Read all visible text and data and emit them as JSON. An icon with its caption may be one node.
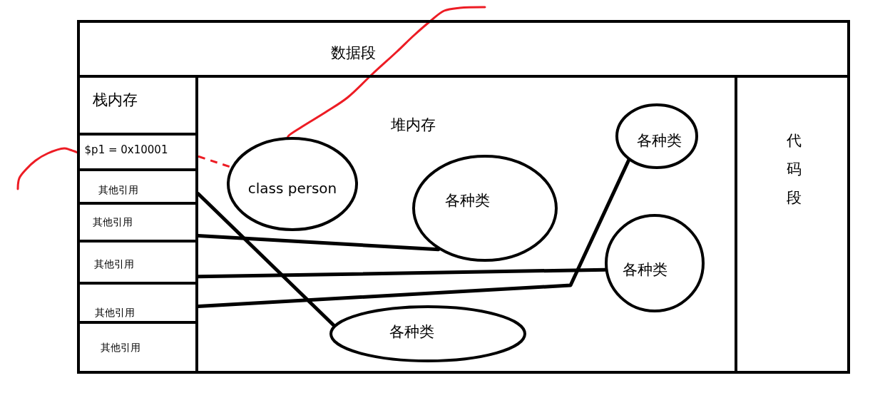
{
  "diagram": {
    "nodes": [
      {
        "text": [
          "数据段"
        ]
      },
      {
        "text": [
          "栈内存"
        ]
      },
      {
        "text": [
          "$p1 = 0x10001"
        ],
        "in": 1
      },
      {
        "text": [
          "其他引用"
        ],
        "in": 1
      },
      {
        "text": [
          "其他引用"
        ],
        "in": 1
      },
      {
        "text": [
          "其他引用"
        ],
        "in": 1
      },
      {
        "text": [
          "其他引用"
        ],
        "in": 1
      },
      {
        "text": [
          "其他引用"
        ],
        "in": 1
      },
      {
        "text": [
          "堆内存"
        ]
      },
      {
        "text": [
          "各种类"
        ],
        "in": 8
      },
      {
        "text": [
          "class person"
        ],
        "in": 8
      },
      {
        "text": [
          "各种类"
        ],
        "in": 8
      },
      {
        "text": [
          "各种类"
        ],
        "in": 8
      },
      {
        "text": [
          "各种类"
        ],
        "in": 8
      },
      {
        "text": [
          "代码段"
        ]
      }
    ],
    "edges": [
      {
        "from": null,
        "to": 10,
        "arrow": "none",
        "color": "#ed1c24"
      },
      {
        "from": null,
        "to": 2,
        "arrow": "none",
        "color": "#ed1c24"
      },
      {
        "from": 2,
        "to": 10,
        "arrow": "none",
        "style": "dashed",
        "color": "#ed1c24"
      },
      {
        "from": 3,
        "to": 13,
        "arrow": "none"
      },
      {
        "from": 4,
        "to": 11,
        "arrow": "none"
      },
      {
        "from": 5,
        "to": 12,
        "arrow": "none"
      },
      {
        "from": 6,
        "to": 9,
        "arrow": "none"
      }
    ]
  }
}
